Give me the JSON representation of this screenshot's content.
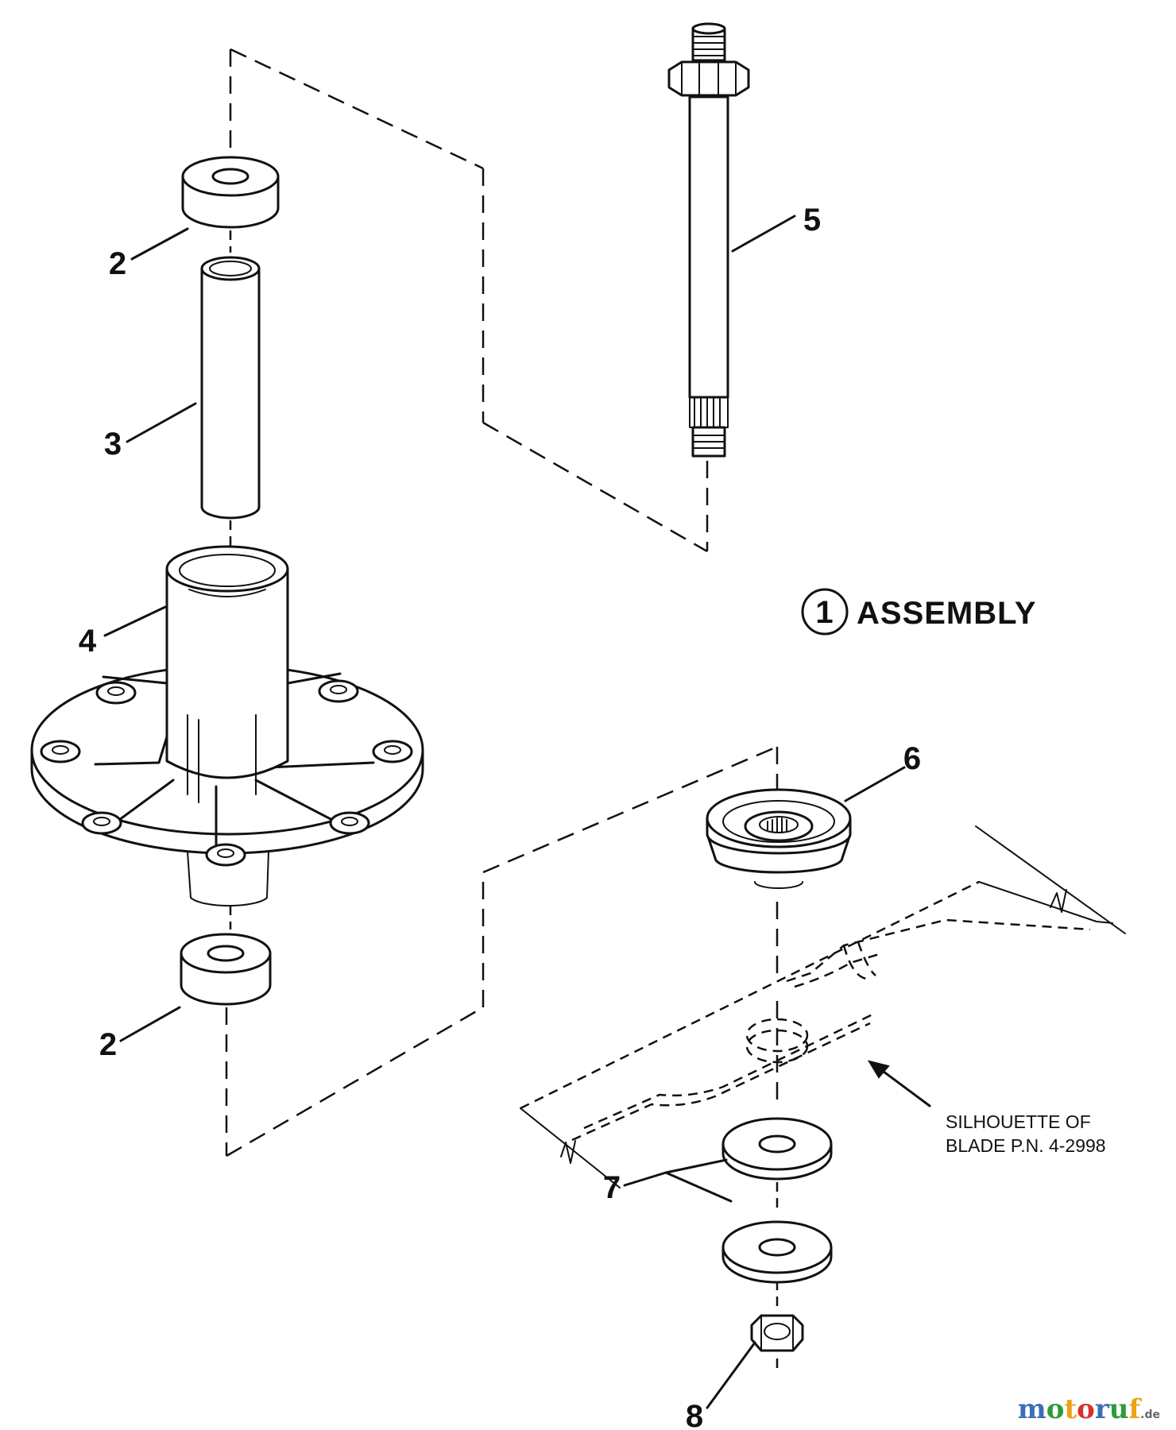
{
  "callouts": {
    "part_2_upper": "2",
    "part_3": "3",
    "part_4": "4",
    "part_2_lower": "2",
    "part_5": "5",
    "part_6": "6",
    "part_7": "7",
    "part_8": "8"
  },
  "assembly": {
    "number": "1",
    "label": "ASSEMBLY"
  },
  "note": {
    "line1": "SILHOUETTE OF",
    "line2": "BLADE P.N. 4-2998"
  },
  "watermark": {
    "letters": [
      "m",
      "o",
      "t",
      "o",
      "r",
      "u",
      "f"
    ],
    "colors": [
      "#3b6fb6",
      "#2e9a3a",
      "#e8a317",
      "#d9302c",
      "#3b6fb6",
      "#2e9a3a",
      "#e8a317"
    ],
    "suffix": ".de"
  },
  "colors": {
    "line": "#111111",
    "background": "#ffffff"
  }
}
